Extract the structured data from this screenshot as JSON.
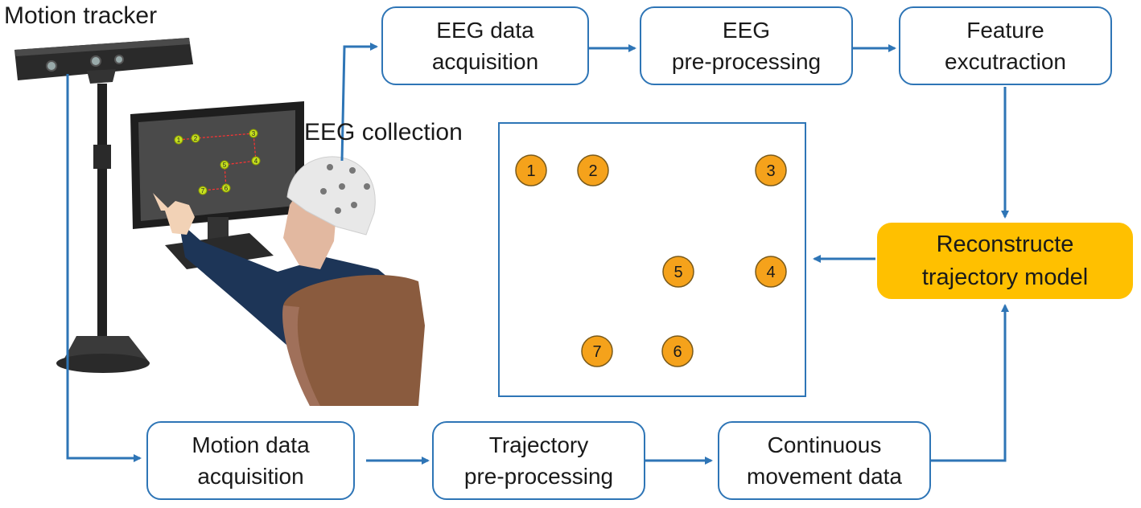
{
  "labels": {
    "motion_tracker": "Motion tracker",
    "eeg_collection": "EEG collection"
  },
  "boxes": {
    "eeg_acq": [
      "EEG data",
      "acquisition"
    ],
    "eeg_pre": [
      "EEG",
      "pre-processing"
    ],
    "feature": [
      "Feature",
      "excutraction"
    ],
    "model": [
      "Reconstructe",
      "trajectory model"
    ],
    "motion_acq": [
      "Motion data",
      "acquisition"
    ],
    "traj_pre": [
      "Trajectory",
      "pre-processing"
    ],
    "continuous": [
      "Continuous",
      "movement data"
    ]
  },
  "nodes": [
    "1",
    "2",
    "3",
    "4",
    "5",
    "6",
    "7"
  ],
  "screen_nodes": [
    "1",
    "2",
    "3",
    "4",
    "5",
    "6",
    "7"
  ],
  "colors": {
    "arrow": "#2e75b6",
    "model_fill": "#ffc000",
    "node_fill": "#f5a21b",
    "trace_red": "#e03020",
    "trace_blue": "#1c1ccc"
  }
}
